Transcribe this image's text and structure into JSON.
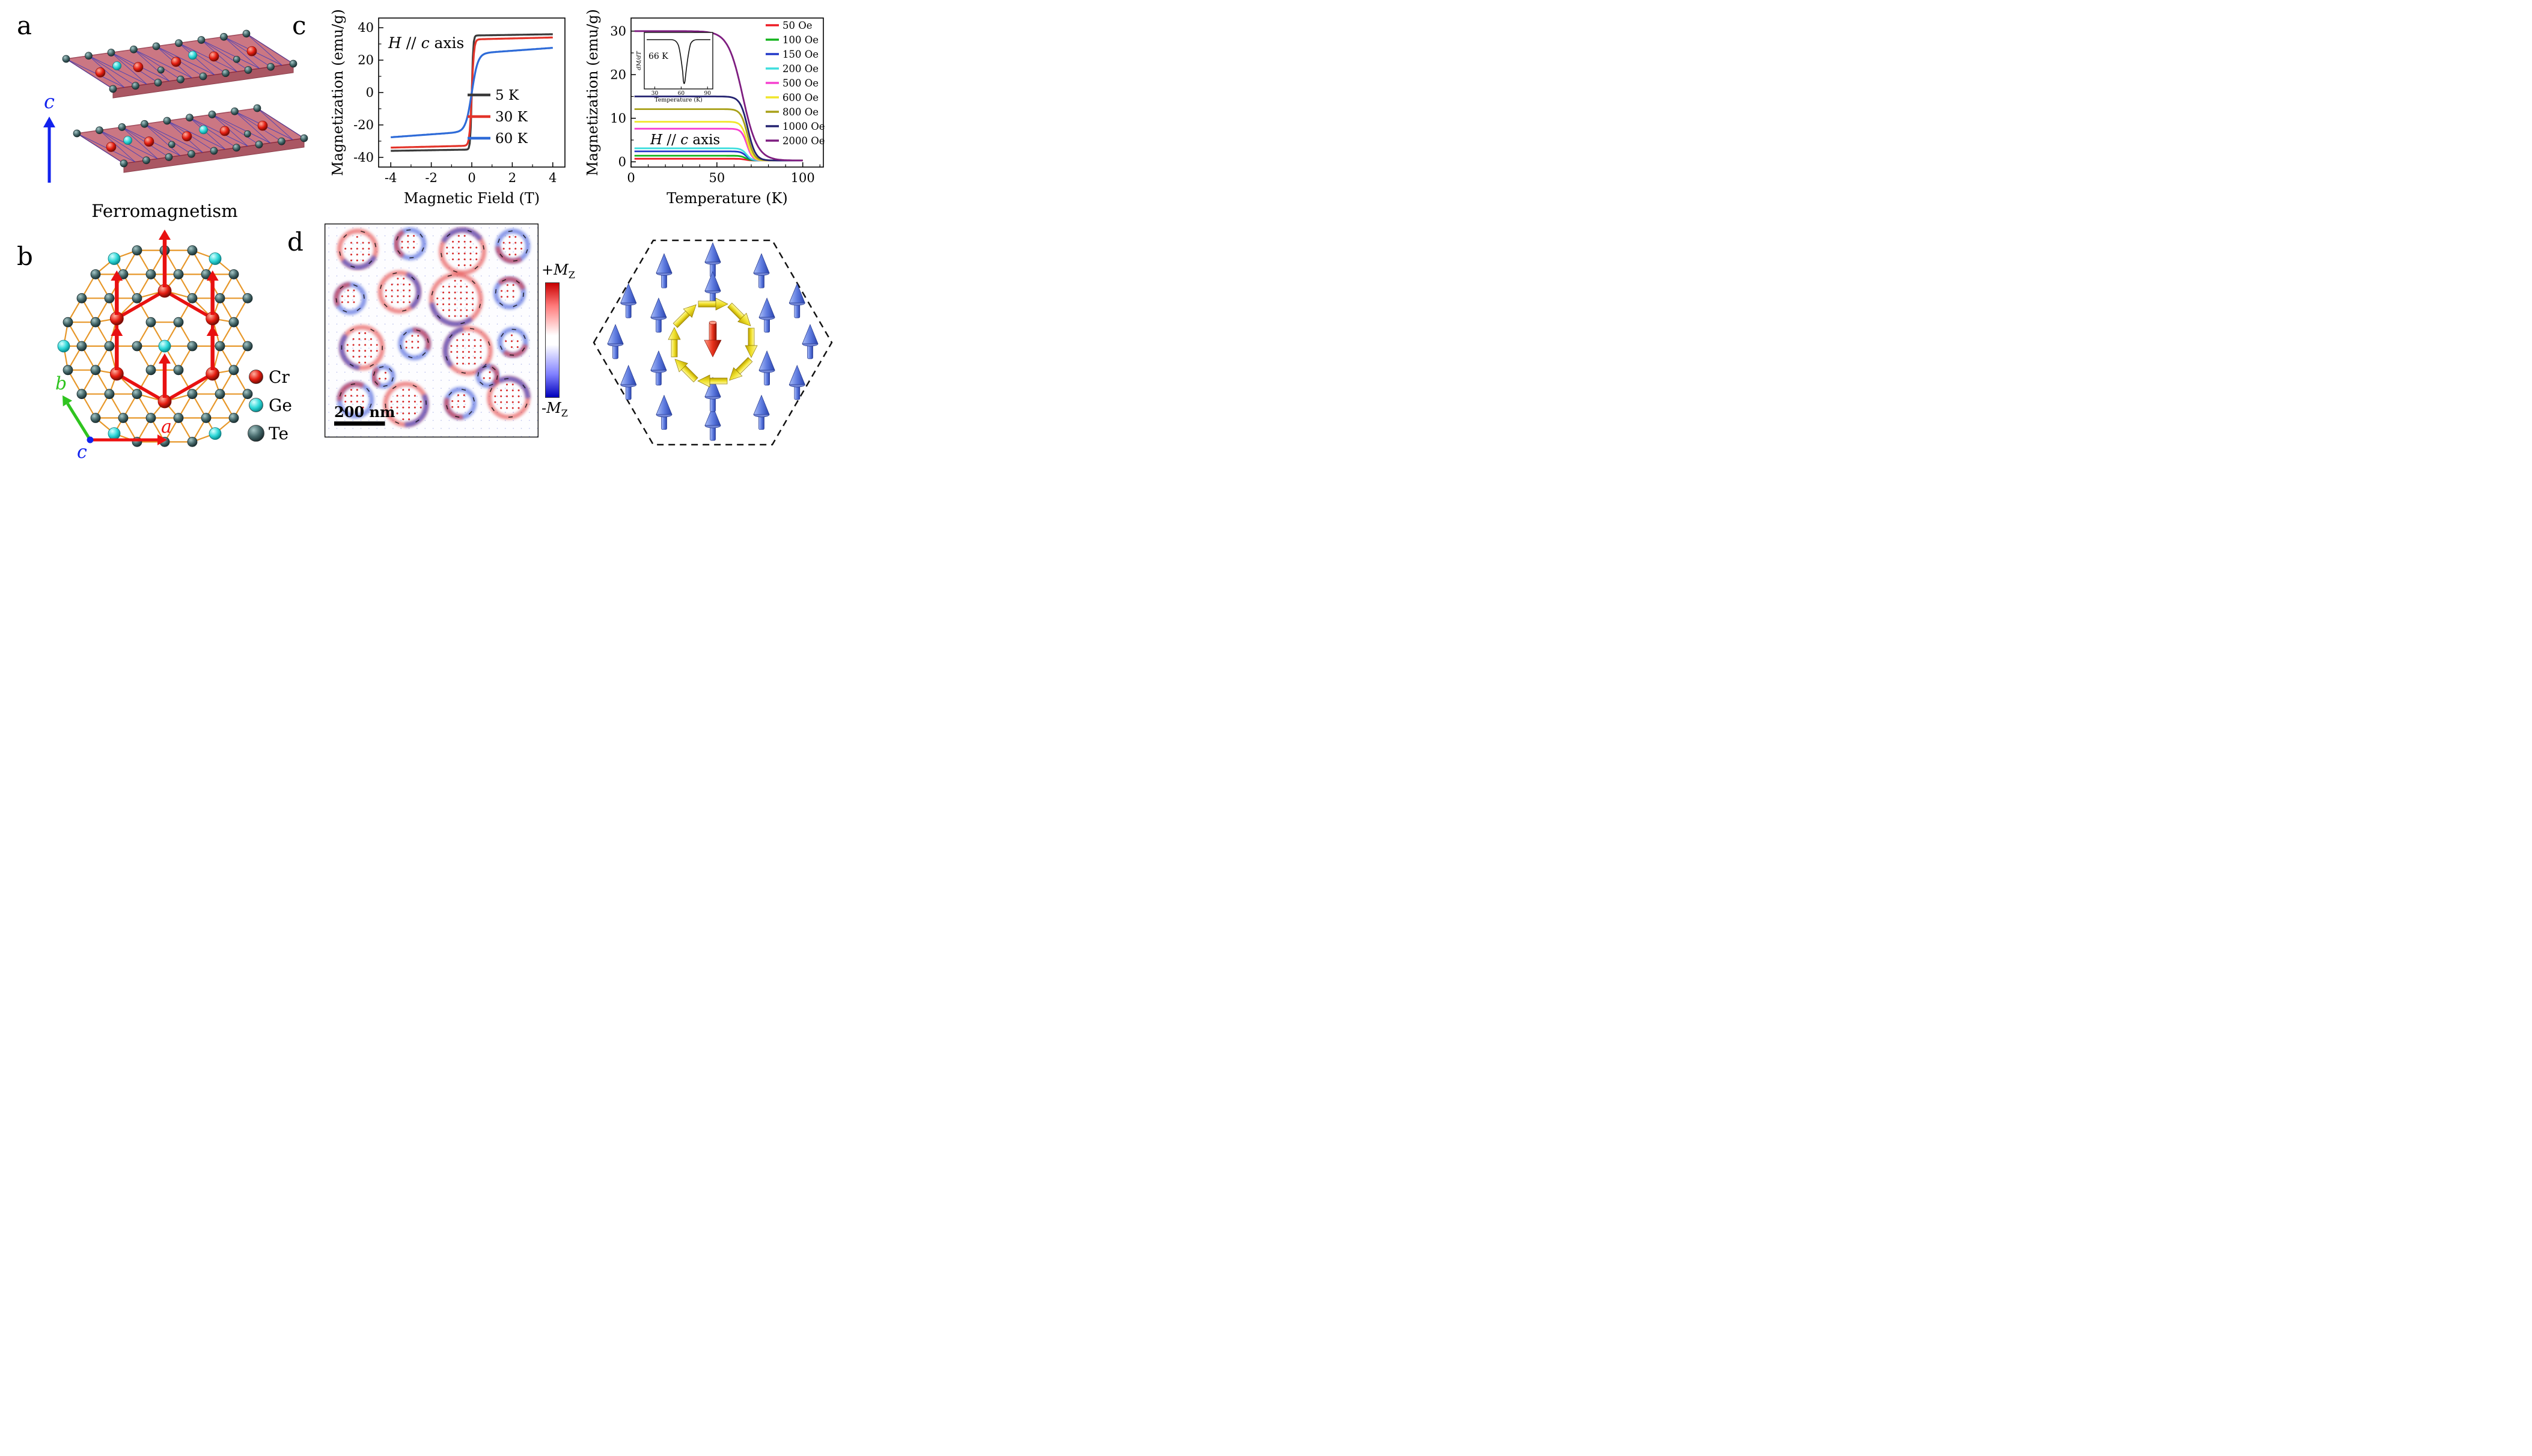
{
  "panels": {
    "a": {
      "label": "a",
      "c_axis_label": "c",
      "atom_colors": {
        "Te": "#3e5f5f",
        "Cr": "#e01812",
        "Ge": "#35dede"
      },
      "slab_color": "#c05a68"
    },
    "b": {
      "label": "b",
      "title": "Ferromagnetism",
      "legend": [
        {
          "name": "Cr",
          "color": "#e01812"
        },
        {
          "name": "Ge",
          "color": "#35dede"
        },
        {
          "name": "Te",
          "color": "#3e5f5f"
        }
      ],
      "axis_gizmo": {
        "a": {
          "label": "a",
          "color": "#ee1111"
        },
        "b": {
          "label": "b",
          "color": "#2fc41f"
        },
        "c": {
          "label": "c",
          "color": "#1122ee"
        }
      }
    },
    "c": {
      "label": "c"
    },
    "d": {
      "label": "d",
      "scale_bar_label": "200 nm",
      "colorbar": {
        "top": {
          "sign": "+",
          "letter": "M",
          "sub": "Z"
        },
        "bottom": {
          "sign": "-",
          "letter": "M",
          "sub": "Z"
        }
      }
    }
  },
  "chart_data": [
    {
      "type": "line",
      "title": "",
      "xlabel": "Magnetic Field (T)",
      "ylabel": "Magnetization (emu/g)",
      "xlim": [
        -4.6,
        4.6
      ],
      "ylim": [
        -46,
        46
      ],
      "x_ticks": [
        -4,
        -2,
        0,
        2,
        4
      ],
      "y_ticks": [
        -40,
        -20,
        0,
        20,
        40
      ],
      "grid": false,
      "legend_position": "middle-right",
      "annotation_parts": [
        {
          "text": "H",
          "italic": true
        },
        {
          "text": " // ",
          "italic": false
        },
        {
          "text": "c",
          "italic": true
        },
        {
          "text": " axis",
          "italic": false
        }
      ],
      "series": [
        {
          "name": "5 K",
          "color": "#3a3a3a",
          "saturation_emu_g": 36.0,
          "tanh_amplitude": 35.2,
          "tanh_width_T": 0.07,
          "linear_slope": 0.2
        },
        {
          "name": "30 K",
          "color": "#e3342a",
          "saturation_emu_g": 34.0,
          "tanh_amplitude": 32.8,
          "tanh_width_T": 0.11,
          "linear_slope": 0.3
        },
        {
          "name": "60 K",
          "color": "#2e6bd8",
          "saturation_emu_g": 27.6,
          "tanh_amplitude": 24.0,
          "tanh_width_T": 0.3,
          "linear_slope": 0.9
        }
      ]
    },
    {
      "type": "line",
      "title": "",
      "xlabel": "Temperature (K)",
      "ylabel": "Magnetization (emu/g)",
      "xlim": [
        0,
        112
      ],
      "ylim": [
        -1.2,
        33
      ],
      "x_ticks": [
        0,
        50,
        100
      ],
      "y_ticks": [
        0,
        10,
        20,
        30
      ],
      "grid": false,
      "legend_position": "top-right",
      "annotation_parts": [
        {
          "text": "H",
          "italic": true
        },
        {
          "text": " // ",
          "italic": false
        },
        {
          "text": "c",
          "italic": true
        },
        {
          "text": " axis",
          "italic": false
        }
      ],
      "series": [
        {
          "name": "50 Oe",
          "color": "#ed1b24",
          "plateau_emu_g": 0.7,
          "tc_K": 66.5,
          "width_K": 2.8
        },
        {
          "name": "100 Oe",
          "color": "#13b41c",
          "plateau_emu_g": 1.4,
          "tc_K": 66.8,
          "width_K": 2.9
        },
        {
          "name": "150 Oe",
          "color": "#2238c8",
          "plateau_emu_g": 2.4,
          "tc_K": 67.0,
          "width_K": 3.0
        },
        {
          "name": "200 Oe",
          "color": "#3fdede",
          "plateau_emu_g": 3.1,
          "tc_K": 67.2,
          "width_K": 3.0
        },
        {
          "name": "500 Oe",
          "color": "#f640cf",
          "plateau_emu_g": 7.6,
          "tc_K": 67.5,
          "width_K": 3.2
        },
        {
          "name": "600 Oe",
          "color": "#f0e62a",
          "plateau_emu_g": 9.2,
          "tc_K": 67.6,
          "width_K": 3.4
        },
        {
          "name": "800 Oe",
          "color": "#a8a018",
          "plateau_emu_g": 12.1,
          "tc_K": 67.8,
          "width_K": 3.8
        },
        {
          "name": "1000 Oe",
          "color": "#232270",
          "plateau_emu_g": 15.0,
          "tc_K": 68.0,
          "width_K": 4.4
        },
        {
          "name": "2000 Oe",
          "color": "#7e1d80",
          "plateau_emu_g": 30.0,
          "tc_K": 65.0,
          "width_K": 8.5
        }
      ],
      "inset": {
        "label": "66 K",
        "xlabel": "Temperature (K)",
        "ylabel": "dM/dT",
        "x_ticks": [
          30,
          60,
          90
        ],
        "dip_K": 66
      }
    }
  ]
}
